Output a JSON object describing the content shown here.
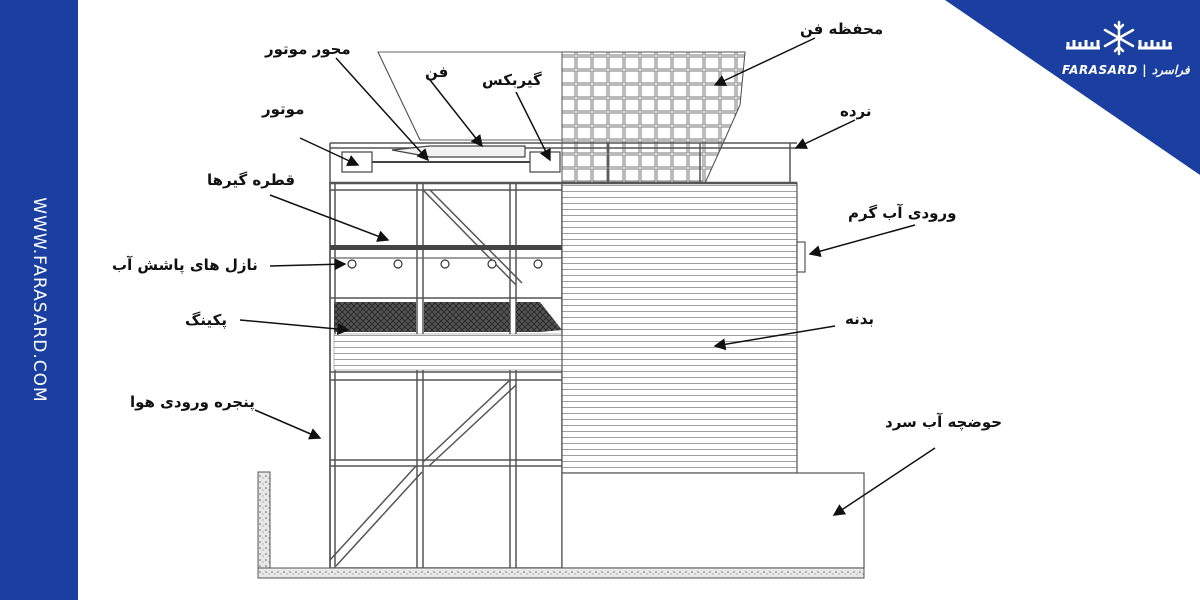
{
  "brand": {
    "url": "WWW.FARASARD.COM",
    "logo_text": "FARASARD | فراسرد",
    "accent": "#1a3fa0"
  },
  "labels": {
    "motor_shaft": "محور موتور",
    "fan": "فن",
    "gearbox": "گیربکس",
    "motor": "موتور",
    "fan_housing": "محفظه فن",
    "railing": "نرده",
    "drift_eliminators": "قطره گیرها",
    "spray_nozzles": "نازل های پاشش آب",
    "hot_water_inlet": "ورودی آب گرم",
    "packing": "پکینگ",
    "body": "بدنه",
    "air_inlet_louver": "پنجره ورودی هوا",
    "cold_water_basin": "حوضچه آب سرد"
  }
}
